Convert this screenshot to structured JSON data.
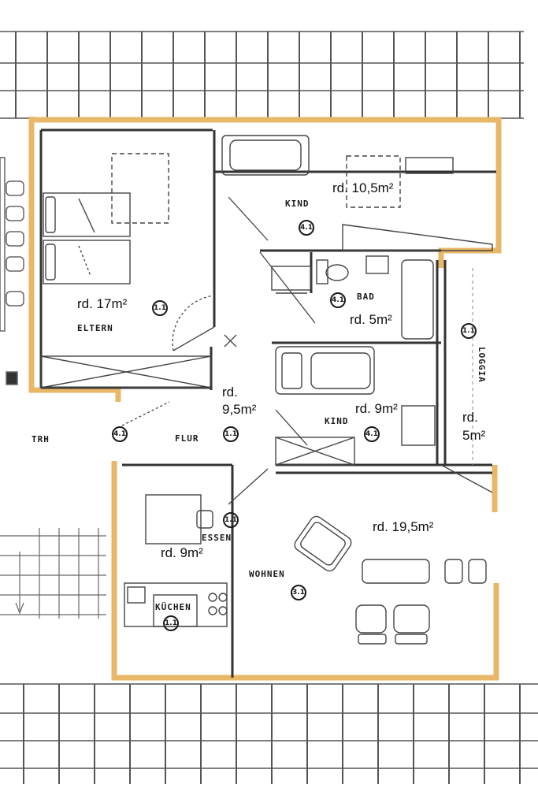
{
  "rooms": {
    "eltern": {
      "area": "rd. 17m²",
      "name": "ELTERN",
      "badge": "1.1"
    },
    "kind_top": {
      "area": "rd. 10,5m²",
      "name": "KIND",
      "badge": "4.1"
    },
    "bad": {
      "area": "rd. 5m²",
      "name": "BAD",
      "badge": "4.1"
    },
    "loggia": {
      "area_line1": "rd.",
      "area_line2": "5m²",
      "name": "LOGGIA",
      "badge": "1.1"
    },
    "flur": {
      "area_line1": "rd.",
      "area_line2": "9,5m²",
      "name": "FLUR",
      "badge": "1.1"
    },
    "kind_mid": {
      "area": "rd. 9m²",
      "name": "KIND",
      "badge": "4.1"
    },
    "essen": {
      "area": "rd. 9m²",
      "name": "ESSEN",
      "badge": "1.1"
    },
    "kuechen": {
      "name": "KÜCHEN",
      "badge": "1.1"
    },
    "wohnen": {
      "area": "rd. 19,5m²",
      "name": "WOHNEN",
      "badge": "3.1"
    },
    "trh": {
      "name": "TRH",
      "badge": "4.1"
    }
  },
  "colors": {
    "outer_wall": "#e8b868",
    "wall": "#333333",
    "roof": "#444444"
  }
}
